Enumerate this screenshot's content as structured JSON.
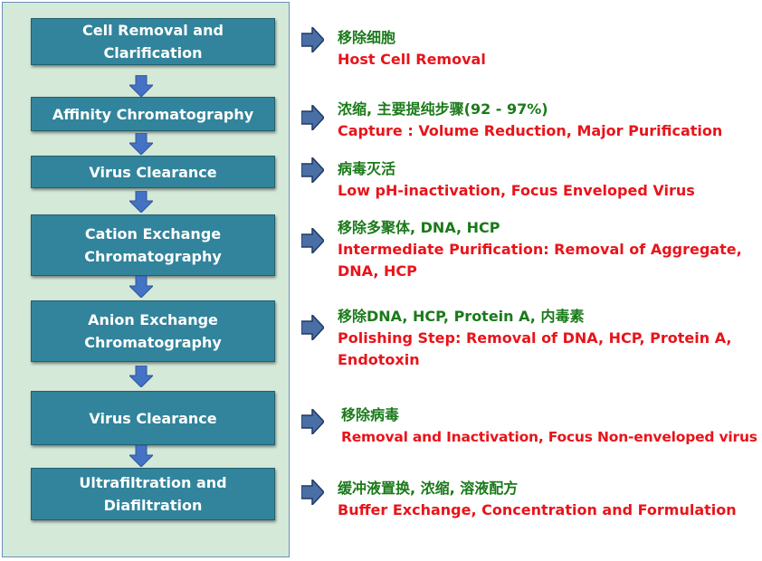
{
  "steps": [
    {
      "label": "Cell Removal and Clarification"
    },
    {
      "label": "Affinity Chromatography"
    },
    {
      "label": "Virus Clearance"
    },
    {
      "label": "Cation Exchange Chromatography"
    },
    {
      "label": "Anion Exchange Chromatography"
    },
    {
      "label": "Virus Clearance"
    },
    {
      "label": "Ultrafiltration and Diafiltration"
    }
  ],
  "notes": [
    {
      "zh": "移除细胞",
      "en": "Host Cell Removal"
    },
    {
      "zh": "浓缩, 主要提纯步骤(92 - 97%)",
      "en": "Capture : Volume Reduction, Major Purification"
    },
    {
      "zh": "病毒灭活",
      "en": "Low pH-inactivation, Focus Enveloped Virus"
    },
    {
      "zh": "移除多聚体, DNA, HCP",
      "en": "Intermediate Purification: Removal of Aggregate, DNA, HCP"
    },
    {
      "zh": "移除DNA, HCP, Protein A, 内毒素",
      "en": "Polishing Step: Removal of DNA, HCP, Protein A, Endotoxin"
    },
    {
      "zh": "移除病毒",
      "en": "Removal and Inactivation, Focus Non-enveloped virus"
    },
    {
      "zh": "缓冲液置换, 浓缩, 溶液配方",
      "en": "Buffer Exchange, Concentration and Formulation"
    }
  ],
  "colors": {
    "step_fill": "#31849b",
    "panel_fill": "#d5e9d9",
    "arrow_fill": "#4472c4",
    "chinese_text": "#1a7a1a",
    "english_text": "#e8141b"
  }
}
